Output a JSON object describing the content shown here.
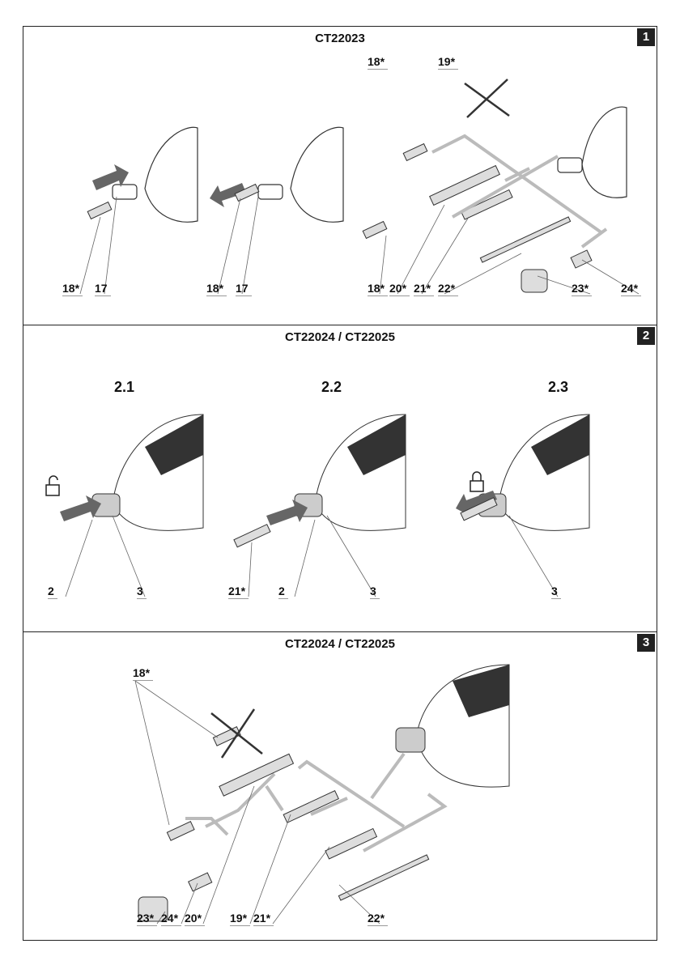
{
  "panels": [
    {
      "number": "1",
      "title": "CT22023",
      "labels": [
        "18*",
        "17",
        "18*",
        "17",
        "18*",
        "19*",
        "18*",
        "20*",
        "21*",
        "22*",
        "23*",
        "24*"
      ]
    },
    {
      "number": "2",
      "title": "CT22024 / CT22025",
      "steps": [
        "2.1",
        "2.2",
        "2.3"
      ],
      "labels": [
        "2",
        "3",
        "21*",
        "2",
        "3",
        "3"
      ]
    },
    {
      "number": "3",
      "title": "CT22024 / CT22025",
      "labels": [
        "18*",
        "23*",
        "24*",
        "20*",
        "19*",
        "21*",
        "22*"
      ]
    }
  ]
}
